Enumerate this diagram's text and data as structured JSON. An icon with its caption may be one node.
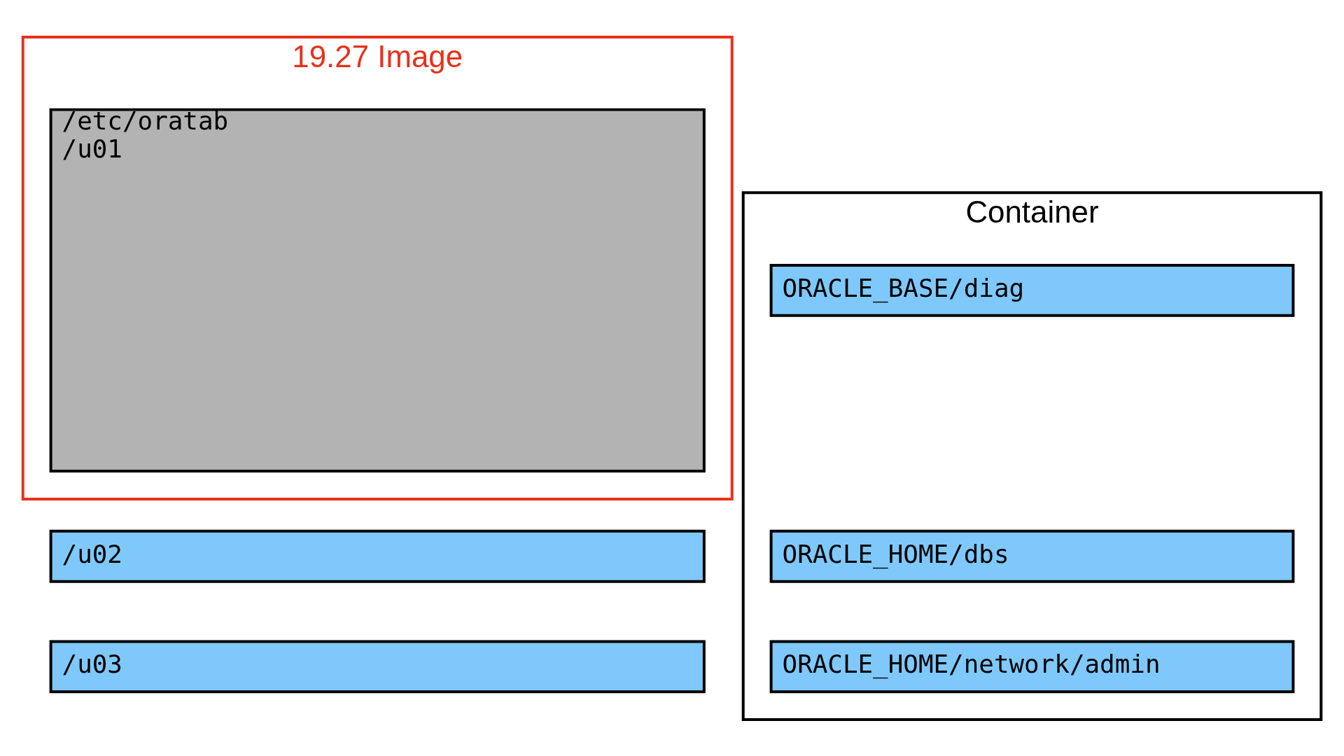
{
  "diagram": {
    "nodes": [
      {
        "text": [
          "19.27 Image"
        ]
      },
      {
        "text": [
          "/etc/oratab",
          "/u01"
        ],
        "in": 0
      },
      {
        "text": [
          "Container"
        ]
      },
      {
        "text": [
          "ORACLE_BASE/diag"
        ],
        "in": 2
      },
      {
        "text": [
          "ORACLE_HOME/dbs"
        ],
        "in": 2
      },
      {
        "text": [
          "ORACLE_HOME/network/admin"
        ],
        "in": 2
      },
      {
        "text": [
          "/u02"
        ]
      },
      {
        "text": [
          "/u03"
        ]
      }
    ]
  }
}
